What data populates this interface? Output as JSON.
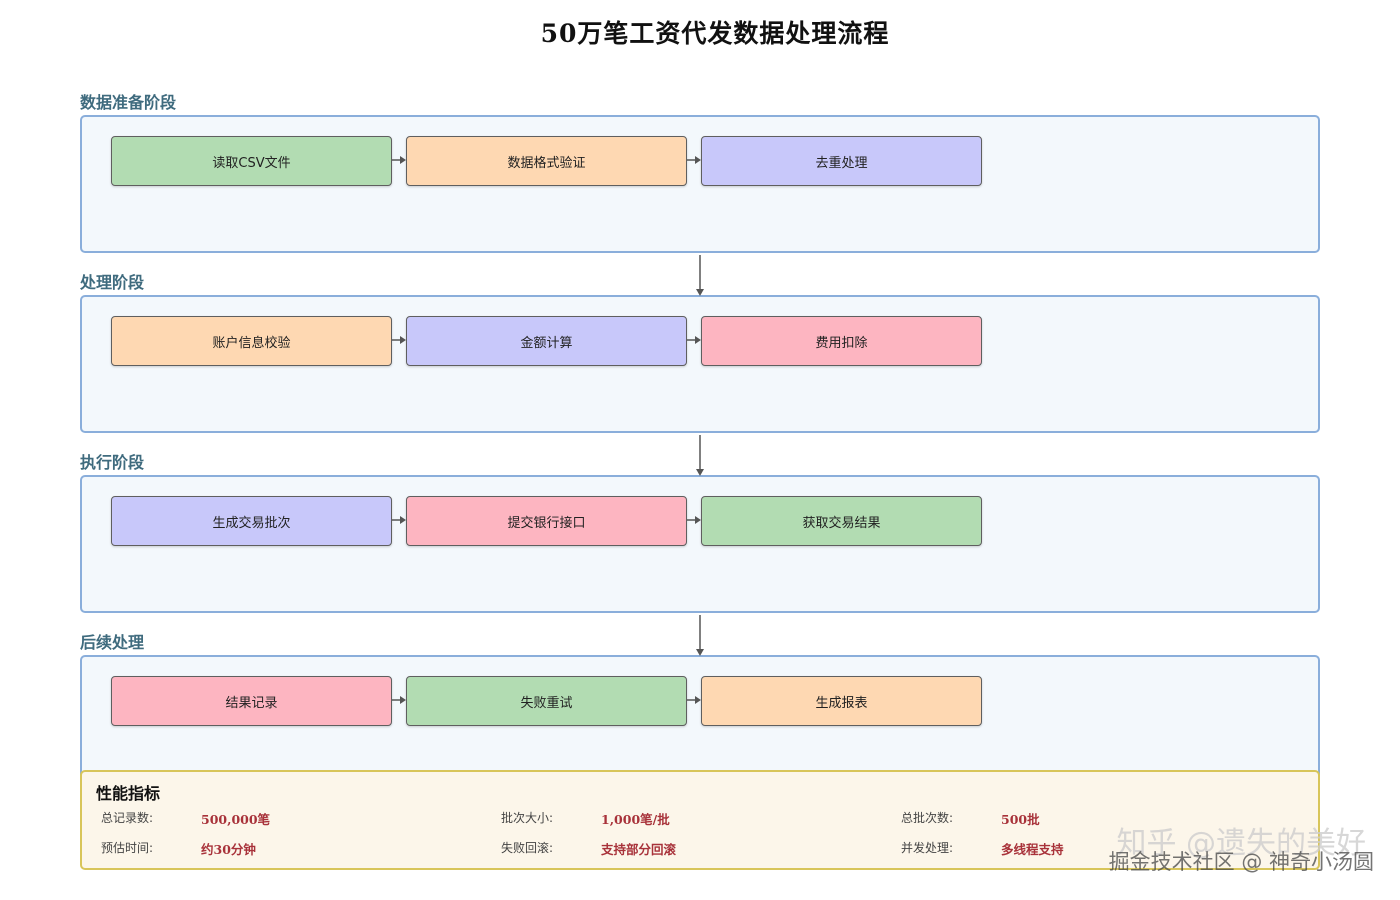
{
  "title": "50万笔工资代发数据处理流程",
  "stages": [
    {
      "label": "数据准备阶段",
      "nodes": [
        {
          "label": "读取CSV文件",
          "color": "#b2dcb2"
        },
        {
          "label": "数据格式验证",
          "color": "#fed8b2"
        },
        {
          "label": "去重处理",
          "color": "#c8c8fa"
        }
      ]
    },
    {
      "label": "处理阶段",
      "nodes": [
        {
          "label": "账户信息校验",
          "color": "#fed8b2"
        },
        {
          "label": "金额计算",
          "color": "#c8c8fa"
        },
        {
          "label": "费用扣除",
          "color": "#fdb5c1"
        }
      ]
    },
    {
      "label": "执行阶段",
      "nodes": [
        {
          "label": "生成交易批次",
          "color": "#c8c8fa"
        },
        {
          "label": "提交银行接口",
          "color": "#fdb5c1"
        },
        {
          "label": "获取交易结果",
          "color": "#b2dcb2"
        }
      ]
    },
    {
      "label": "后续处理",
      "nodes": [
        {
          "label": "结果记录",
          "color": "#fdb5c1"
        },
        {
          "label": "失败重试",
          "color": "#b2dcb2"
        },
        {
          "label": "生成报表",
          "color": "#fed8b2"
        }
      ]
    }
  ],
  "metrics": {
    "title": "性能指标",
    "items": [
      {
        "label": "总记录数:",
        "value": "500,000笔"
      },
      {
        "label": "批次大小:",
        "value": "1,000笔/批"
      },
      {
        "label": "总批次数:",
        "value": "500批"
      },
      {
        "label": "预估时间:",
        "value": "约30分钟"
      },
      {
        "label": "失败回滚:",
        "value": "支持部分回滚"
      },
      {
        "label": "并发处理:",
        "value": "多线程支持"
      }
    ]
  },
  "watermarks": {
    "line1": "知乎 @遗失的美好",
    "line2": "掘金技术社区 @ 神奇小汤圆"
  },
  "colors": {
    "stage_border": "#8aaedb",
    "stage_fill": "#f3f8fc",
    "stage_label": "#3f6b7e",
    "metric_value": "#a8323a",
    "metrics_border": "#d8c55a",
    "metrics_fill": "#fcf6ea"
  }
}
